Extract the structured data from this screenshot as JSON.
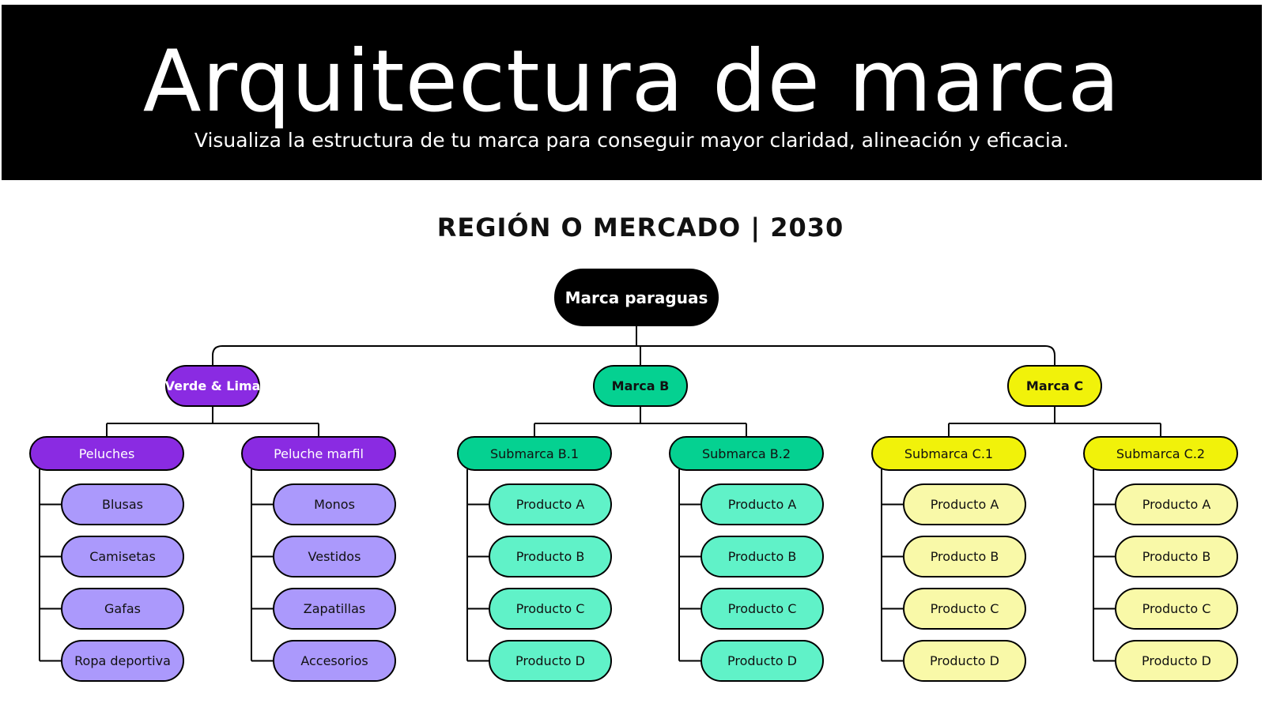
{
  "header": {
    "title": "Arquitectura de marca",
    "subtitle": "Visualiza la estructura de tu marca para conseguir mayor claridad, alineación y eficacia."
  },
  "heading": "REGIÓN O MERCADO | 2030",
  "root": {
    "label": "Marca paraguas"
  },
  "brands": [
    {
      "label": "Verde & Lima",
      "brand_bg": "#8a2be2",
      "brand_fg": "#ffffff",
      "sub_bg": "#8a2be2",
      "sub_fg": "#ffffff",
      "prod_bg": "#ab99fc",
      "prod_fg": "#111111",
      "subbrands": [
        {
          "label": "Peluches",
          "products": [
            "Blusas",
            "Camisetas",
            "Gafas",
            "Ropa deportiva"
          ]
        },
        {
          "label": "Peluche marfil",
          "products": [
            "Monos",
            "Vestidos",
            "Zapatillas",
            "Accesorios"
          ]
        }
      ]
    },
    {
      "label": "Marca B",
      "brand_bg": "#05d191",
      "brand_fg": "#111111",
      "sub_bg": "#05d191",
      "sub_fg": "#111111",
      "prod_bg": "#60f2c8",
      "prod_fg": "#111111",
      "subbrands": [
        {
          "label": "Submarca B.1",
          "products": [
            "Producto A",
            "Producto B",
            "Producto C",
            "Producto D"
          ]
        },
        {
          "label": "Submarca B.2",
          "products": [
            "Producto A",
            "Producto B",
            "Producto C",
            "Producto D"
          ]
        }
      ]
    },
    {
      "label": "Marca C",
      "brand_bg": "#f1f20a",
      "brand_fg": "#111111",
      "sub_bg": "#f1f20a",
      "sub_fg": "#111111",
      "prod_bg": "#f9f9a8",
      "prod_fg": "#111111",
      "subbrands": [
        {
          "label": "Submarca C.1",
          "products": [
            "Producto A",
            "Producto B",
            "Producto C",
            "Producto D"
          ]
        },
        {
          "label": "Submarca C.2",
          "products": [
            "Producto A",
            "Producto B",
            "Producto C",
            "Producto D"
          ]
        }
      ]
    }
  ]
}
